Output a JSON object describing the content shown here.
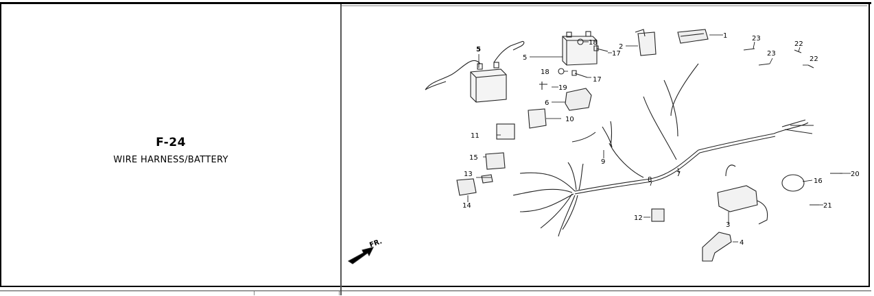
{
  "page": {
    "code": "F-24",
    "title": "WIRE HARNESS/BATTERY"
  },
  "diagram": {
    "direction_label": "FR.",
    "callouts": [
      "1",
      "2",
      "3",
      "4",
      "5",
      "5",
      "6",
      "7",
      "8",
      "9",
      "10",
      "11",
      "12",
      "13",
      "14",
      "15",
      "16",
      "17",
      "17",
      "18",
      "18",
      "19",
      "20",
      "21",
      "22",
      "22",
      "23",
      "23"
    ]
  }
}
